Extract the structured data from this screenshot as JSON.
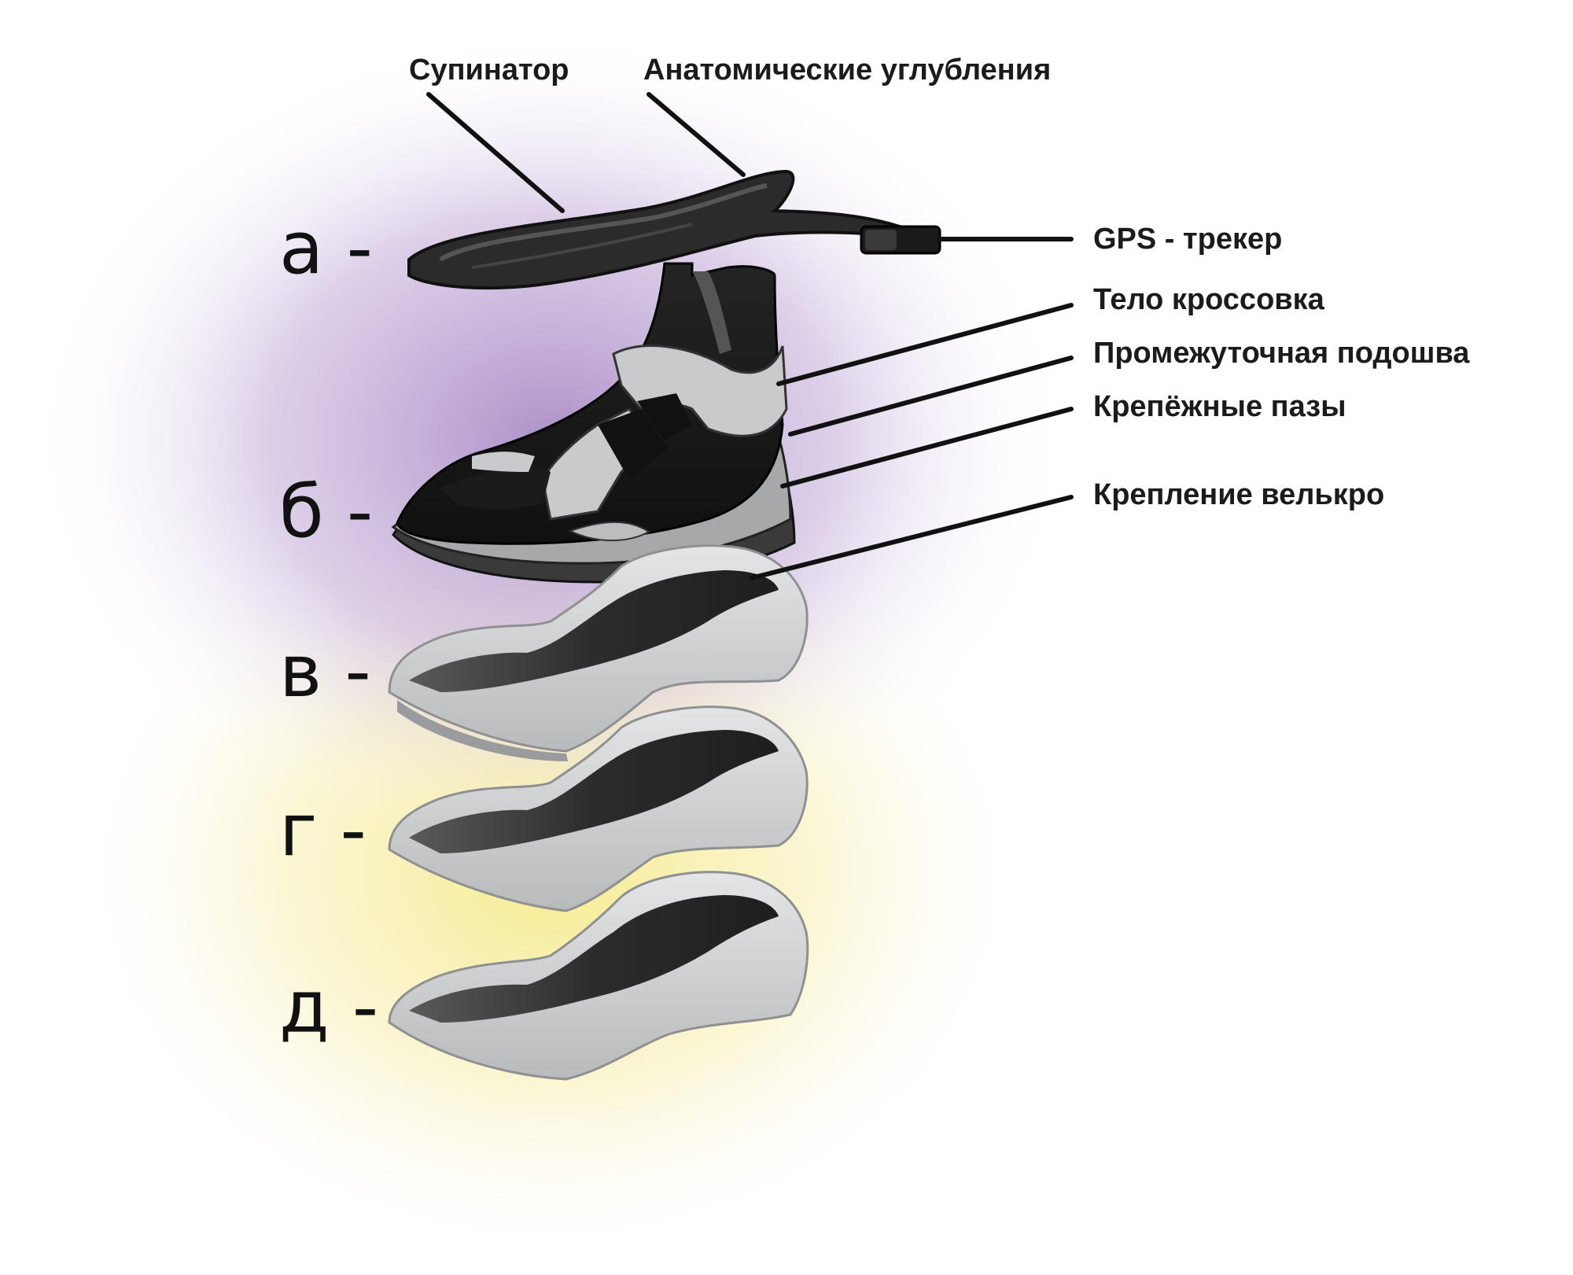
{
  "callouts": {
    "supinator": "Супинатор",
    "anatomical": "Анатомические углубления",
    "gps": "GPS - трекер",
    "body": "Тело кроссовка",
    "midsole": "Промежуточная  подошва",
    "slots": "Крепёжные пазы",
    "velcro": "Крепление велькро"
  },
  "layers": {
    "a": "а -",
    "b": "б -",
    "v": "в -",
    "g": "г -",
    "d": "д -"
  },
  "colors": {
    "purple_glow": "#b596cc",
    "yellow_glow": "#f7ef9c",
    "dark_part": "#2a2a2a",
    "light_part": "#cfd0d1",
    "leader_line": "#111111"
  }
}
